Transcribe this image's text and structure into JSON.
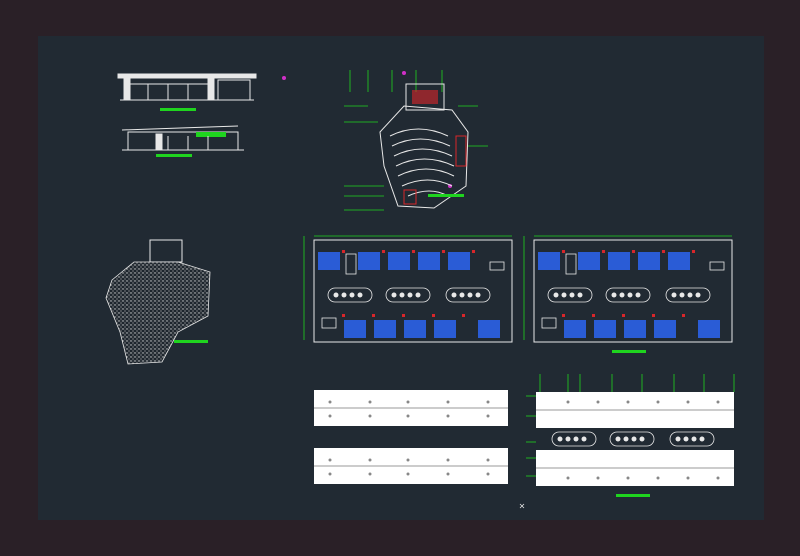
{
  "viewport": {
    "background": "#212a33",
    "frame_color": "#2a2027"
  },
  "colors": {
    "line": "#e8e8e8",
    "accent_green": "#1fd41f",
    "accent_blue": "#2a5cd6",
    "accent_red": "#d8262a",
    "accent_magenta": "#d030c8",
    "sheet_white": "#ffffff"
  },
  "drawings": [
    {
      "id": "front-elevation"
    },
    {
      "id": "side-elevation"
    },
    {
      "id": "auditorium-floor-plan"
    },
    {
      "id": "site-hatch-plan"
    },
    {
      "id": "classroom-floor-plan-left"
    },
    {
      "id": "classroom-floor-plan-right"
    },
    {
      "id": "section-strip-top"
    },
    {
      "id": "section-strip-bottom"
    },
    {
      "id": "roof-plan-right"
    }
  ],
  "icons": {
    "cursor": "cad-cursor-icon"
  }
}
